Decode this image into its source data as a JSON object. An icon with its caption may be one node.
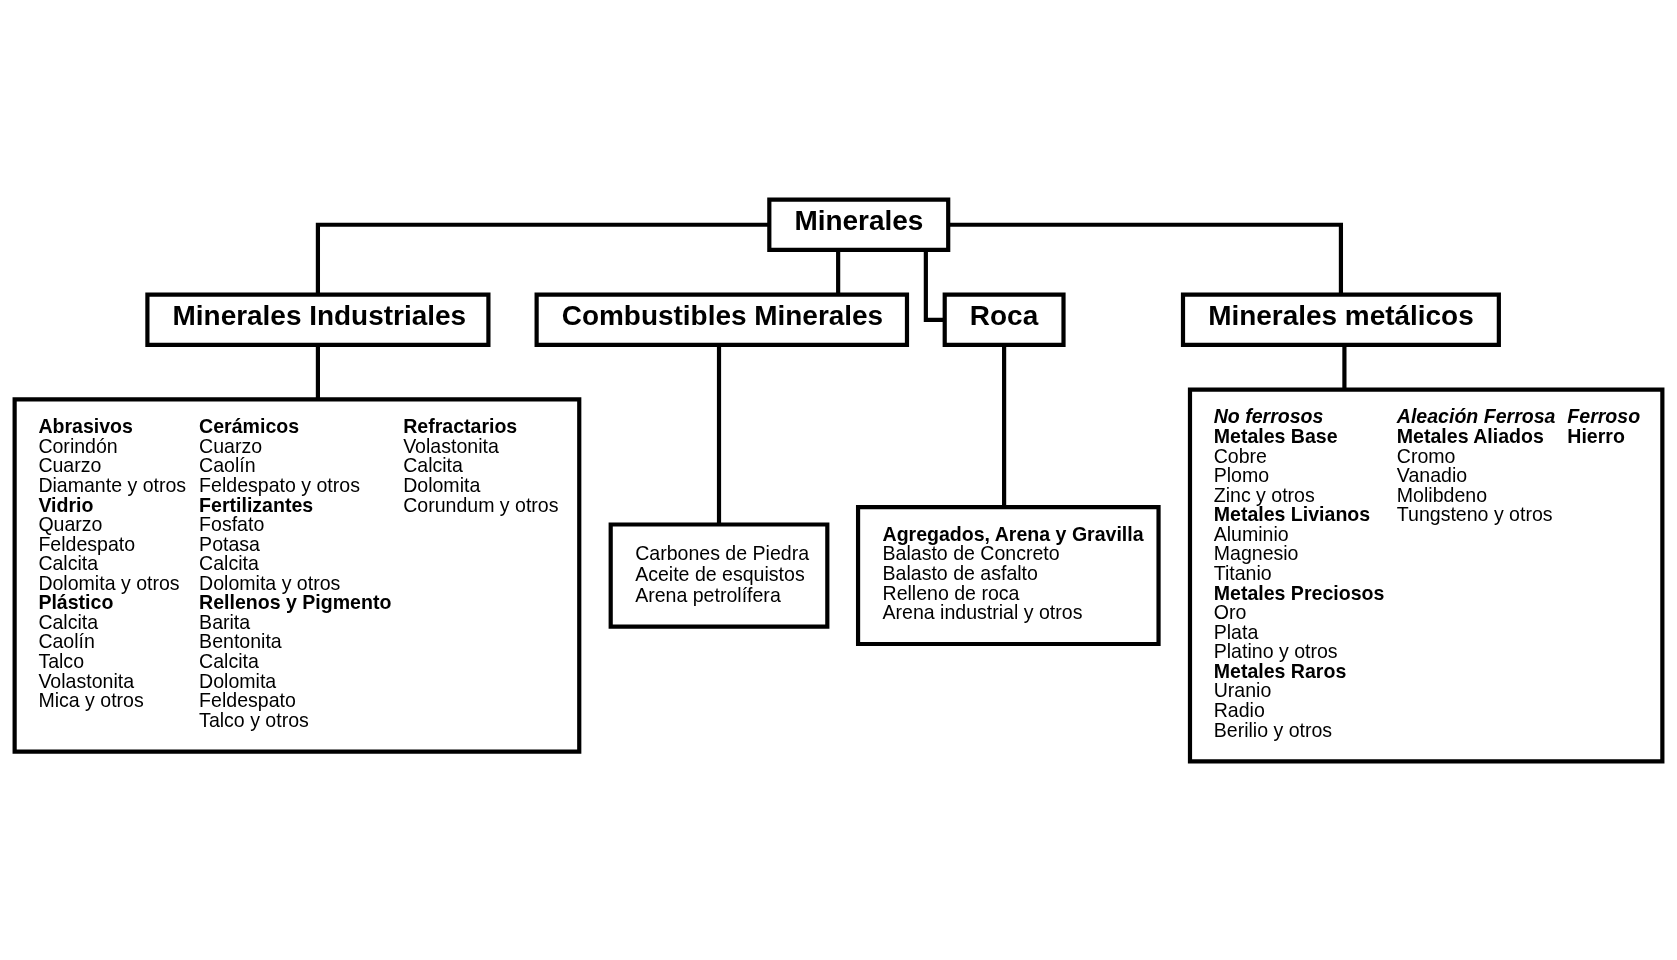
{
  "diagram": {
    "nodes": [
      {
        "text": [
          "Minerales"
        ]
      },
      {
        "text": [
          "Minerales Industriales"
        ]
      },
      {
        "text": [
          "Combustibles Minerales"
        ]
      },
      {
        "text": [
          "Roca"
        ]
      },
      {
        "text": [
          "Minerales metálicos"
        ]
      },
      {
        "text": [
          "Abrasivos",
          "Corindón",
          "Cuarzo",
          "Diamante y otros",
          "Vidrio",
          "Quarzo",
          "Feldespato",
          "Calcita",
          "Dolomita y otros",
          "Plástico",
          "Calcita",
          "Caolín",
          "Talco",
          "Volastonita",
          "Mica y otros",
          "Cerámicos",
          "Cuarzo",
          "Caolín",
          "Feldespato y otros",
          "Fertilizantes",
          "Fosfato",
          "Potasa",
          "Calcita",
          "Dolomita y otros",
          "Rellenos y Pigmento",
          "Barita",
          "Bentonita",
          "Calcita",
          "Dolomita",
          "Feldespato",
          "Talco y otros",
          "Refractarios",
          "Volastonita",
          "Calcita",
          "Dolomita",
          "Corundum y otros"
        ]
      },
      {
        "text": [
          "Carbones de Piedra",
          "Aceite de esquistos",
          "Arena petrolífera"
        ]
      },
      {
        "text": [
          "Agregados, Arena y Gravilla",
          "Balasto de Concreto",
          "Balasto de asfalto",
          "Relleno de roca",
          "Arena industrial y otros"
        ]
      },
      {
        "text": [
          "No ferrosos",
          "Metales Base",
          "Cobre",
          "Plomo",
          "Zinc y otros",
          "Metales Livianos",
          "Aluminio",
          "Magnesio",
          "Titanio",
          "Metales Preciosos",
          "Oro",
          "Plata",
          "Platino y otros",
          "Metales Raros",
          "Uranio",
          "Radio",
          "Berilio y otros",
          "Aleación Ferrosa",
          "Metales Aliados",
          "Cromo",
          "Vanadio",
          "Molibdeno",
          "Tungsteno y otros",
          "Ferroso",
          "Hierro"
        ]
      }
    ],
    "edges": [
      {
        "from": 0,
        "to": 1,
        "arrow": "none"
      },
      {
        "from": 0,
        "to": 2,
        "arrow": "none"
      },
      {
        "from": 0,
        "to": 3,
        "arrow": "none"
      },
      {
        "from": 0,
        "to": 4,
        "arrow": "none"
      },
      {
        "from": 1,
        "to": 5,
        "arrow": "none"
      },
      {
        "from": 2,
        "to": 6,
        "arrow": "none"
      },
      {
        "from": 3,
        "to": 7,
        "arrow": "none"
      },
      {
        "from": 4,
        "to": 8,
        "arrow": "none"
      }
    ]
  }
}
